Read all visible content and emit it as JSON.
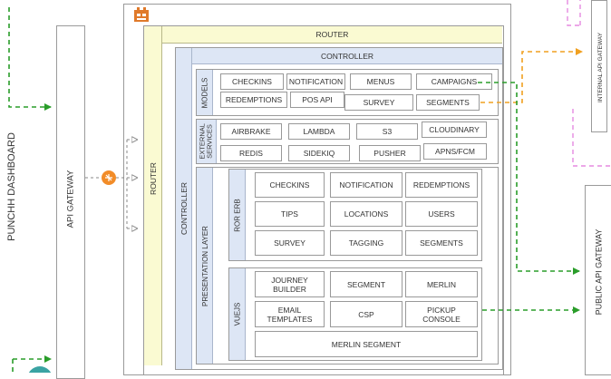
{
  "left": {
    "dashboard": "PUNCHH DASHBOARD",
    "api_gateway": "API GATEWAY"
  },
  "router_outer": "ROUTER",
  "router_top": "ROUTER",
  "controller_outer": "CONTROLLER",
  "controller_top": "CONTROLLER",
  "models": {
    "label": "MODELS",
    "items": [
      "CHECKINS",
      "NOTIFICATION",
      "MENUS",
      "CAMPAIGNS",
      "REDEMPTIONS",
      "POS API",
      "SURVEY",
      "SEGMENTS"
    ]
  },
  "external": {
    "label": "EXTERNAL SERVICES",
    "items": [
      "AIRBRAKE",
      "LAMBDA",
      "S3",
      "CLOUDINARY",
      "REDIS",
      "SIDEKIQ",
      "PUSHER",
      "APNS/FCM"
    ]
  },
  "presentation": {
    "label": "PRESENTATION LAYER",
    "ror": {
      "label": "ROR ERB",
      "items": [
        "CHECKINS",
        "NOTIFICATION",
        "REDEMPTIONS",
        "TIPS",
        "LOCATIONS",
        "USERS",
        "SURVEY",
        "TAGGING",
        "SEGMENTS"
      ]
    },
    "vue": {
      "label": "VUEJS",
      "items": [
        "JOURNEY BUILDER",
        "SEGMENT",
        "MERLIN",
        "EMAIL TEMPLATES",
        "CSP",
        "PICKUP CONSOLE",
        "MERLIN SEGMENT"
      ]
    }
  },
  "right": {
    "internal_gateway": "INTERNAL API GATEWAY",
    "public_gateway": "PUBLIC API GATEWAY"
  },
  "colors": {
    "router": "#fafad2",
    "controller": "#dde6f5",
    "green_arrow": "#2a9d2a",
    "orange_arrow": "#f0a020",
    "pink_border": "#e58ae0",
    "gateway_icon": "#f28c28"
  }
}
